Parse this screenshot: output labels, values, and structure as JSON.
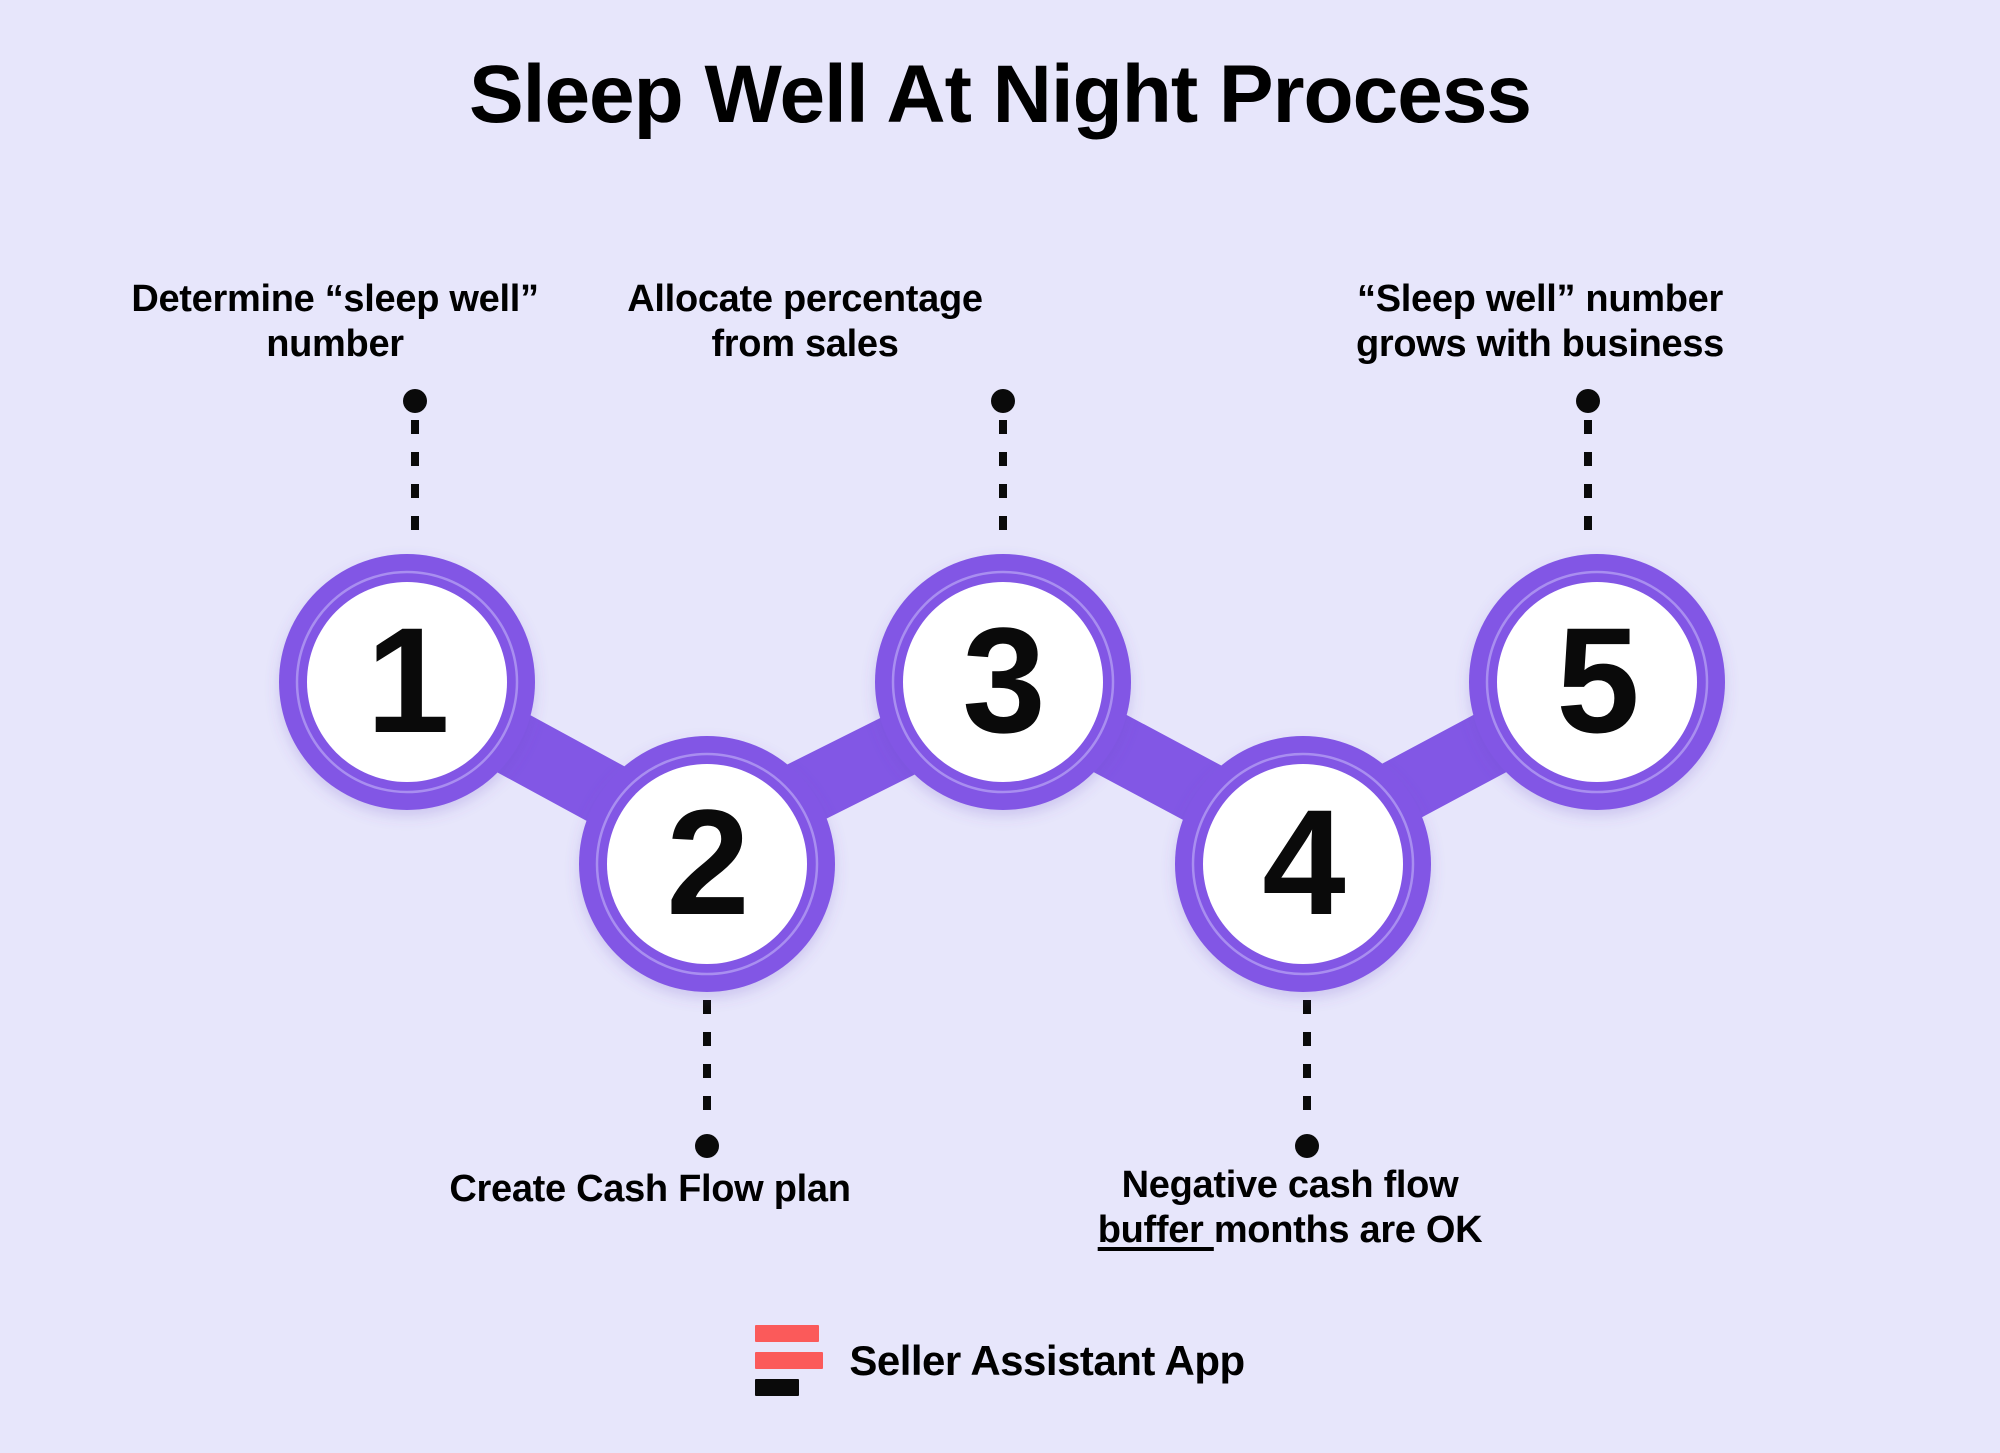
{
  "page": {
    "title": "Sleep Well At Night Process",
    "background_color": "#e7e6fb",
    "accent_color": "#8257e5",
    "accent_color_light": "#a98ef0",
    "text_color": "#000000"
  },
  "steps": [
    {
      "number": "1",
      "label_line1": "Determine “sleep well”",
      "label_line2": "number",
      "position": "above"
    },
    {
      "number": "2",
      "label_line1": "Create Cash Flow plan",
      "label_line2": "",
      "position": "below"
    },
    {
      "number": "3",
      "label_line1": "Allocate percentage",
      "label_line2": "from sales",
      "position": "above"
    },
    {
      "number": "4",
      "label_line1": "Negative cash flow",
      "label_line2_underlined": "buffer ",
      "label_line2_rest": "months are OK",
      "position": "below"
    },
    {
      "number": "5",
      "label_line1": "“Sleep well” number",
      "label_line2": "grows with business",
      "position": "above"
    }
  ],
  "footer": {
    "brand_name": "Seller Assistant App",
    "logo_icon": "three-bars-logo",
    "logo_colors": [
      "#fb5a5a",
      "#fb5a5a",
      "#0a0a0a"
    ]
  }
}
